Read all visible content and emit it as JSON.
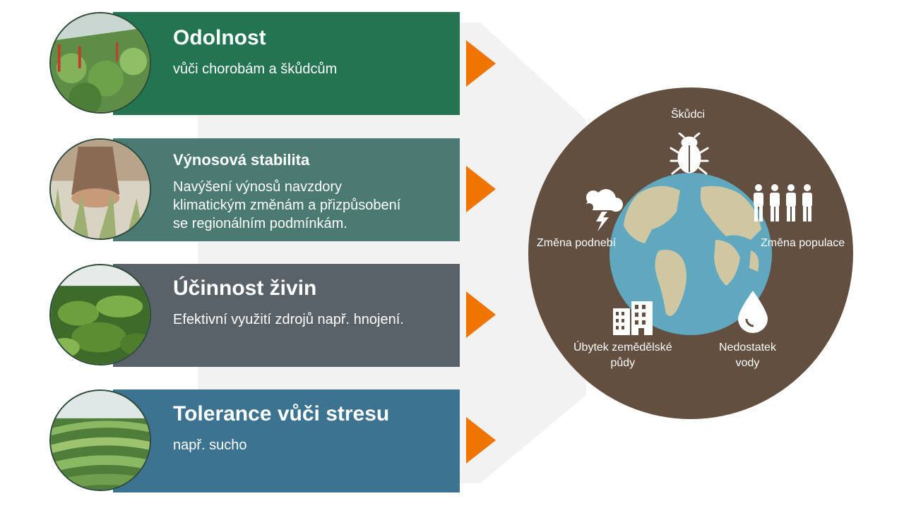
{
  "cards": [
    {
      "title": "Odolnost",
      "desc_lines": [
        "vůči chorobám a škůdcům"
      ],
      "color": "#237552"
    },
    {
      "title": "Výnosová stabilita",
      "desc_lines": [
        "Navýšení výnosů navzdory",
        "klimatickým změnám a přizpůsobení",
        "se regionálním podmínkám."
      ],
      "color": "#4a7a72"
    },
    {
      "title": "Účinnost živin",
      "desc_lines": [
        "Efektivní využití zdrojů např. hnojení."
      ],
      "color": "#5a6269"
    },
    {
      "title": "Tolerance vůči stresu",
      "desc_lines": [
        "např. sucho"
      ],
      "color": "#3b7390"
    }
  ],
  "challenges": {
    "pests": "Škůdci",
    "climate": "Změna podnebí",
    "population": "Změna populace",
    "land_line1": "Úbytek zemědělské",
    "land_line2": "půdy",
    "water_line1": "Nedostatek",
    "water_line2": "vody"
  },
  "colors": {
    "arrow": "#f07400",
    "circle": "#634f40",
    "ocean": "#5fa8c0",
    "land": "#cfc6a2",
    "background_shape": "#f2f2f2"
  }
}
